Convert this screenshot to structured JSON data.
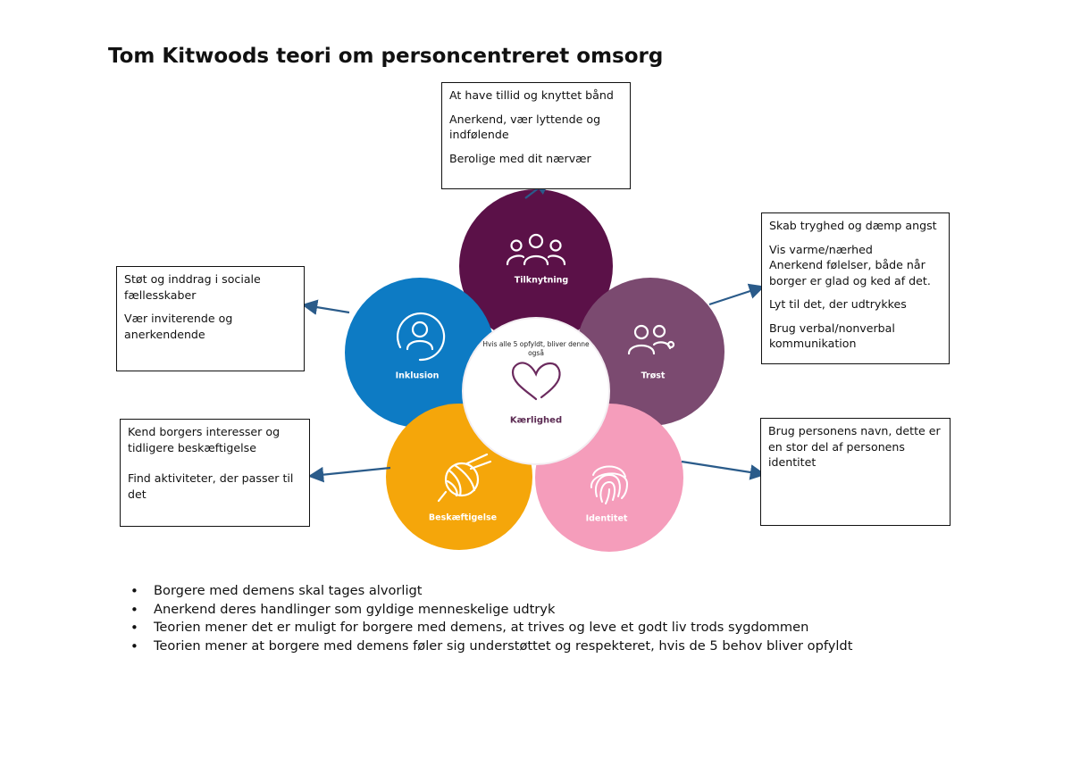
{
  "title": "Tom Kitwoods teori om personcentreret omsorg",
  "diagram": {
    "center": {
      "note": "Hvis alle 5 opfyldt, bliver denne også",
      "label": "Kærlighed",
      "icon": "heart-icon"
    },
    "petals": [
      {
        "label": "Tilknytning",
        "color": "#5b1148",
        "icon": "group-icon"
      },
      {
        "label": "Trøst",
        "color": "#7b4a70",
        "icon": "people-icon"
      },
      {
        "label": "Identitet",
        "color": "#f59dbb",
        "icon": "fingerprint-icon"
      },
      {
        "label": "Beskæftigelse",
        "color": "#f5a60a",
        "icon": "yarn-icon"
      },
      {
        "label": "Inklusion",
        "color": "#0d7bc4",
        "icon": "person-icon"
      }
    ],
    "arrow_color": "#2a5b8a"
  },
  "boxes": {
    "tilknytning": {
      "lines": [
        "At have tillid og knyttet bånd",
        "Anerkend, vær lyttende og indfølende",
        "Berolige med dit nærvær"
      ]
    },
    "trost": {
      "lines": [
        "Skab tryghed og dæmp angst",
        "Vis varme/nærhed",
        "Anerkend følelser, både når borger er glad og ked af det.",
        "Lyt til det, der udtrykkes",
        "Brug verbal/nonverbal kommunikation"
      ]
    },
    "inklusion": {
      "lines": [
        "Støt og inddrag i sociale fællesskaber",
        "Vær inviterende og anerkendende"
      ]
    },
    "beskaeftigelse": {
      "lines": [
        "Kend borgers interesser og tidligere beskæftigelse",
        "Find aktiviteter, der passer til det"
      ]
    },
    "identitet": {
      "lines": [
        "Brug personens navn, dette er en stor del af personens identitet"
      ]
    }
  },
  "bullets": [
    "Borgere med demens skal tages alvorligt",
    "Anerkend deres handlinger som gyldige menneskelige udtryk",
    "Teorien mener det er muligt for borgere med demens, at trives og leve et godt liv trods sygdommen",
    "Teorien mener at borgere med demens føler sig understøttet og respekteret, hvis de 5 behov bliver opfyldt"
  ]
}
